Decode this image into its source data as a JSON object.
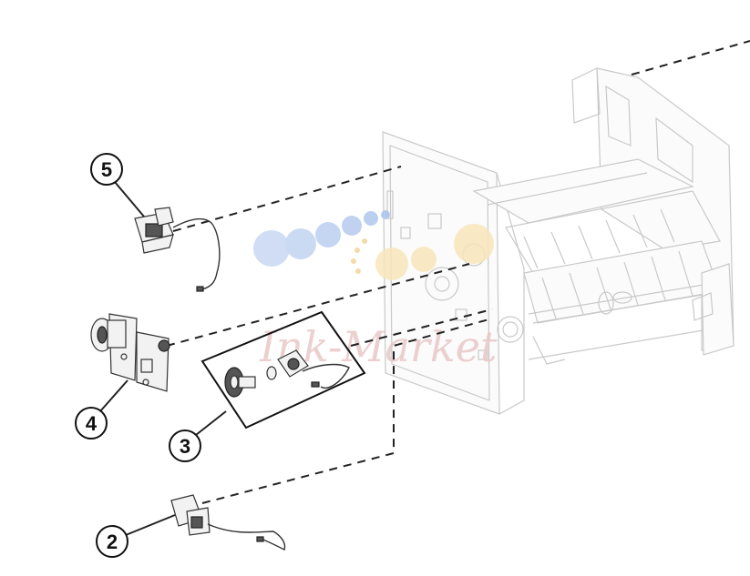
{
  "callouts": [
    {
      "label": "5"
    },
    {
      "label": "4"
    },
    {
      "label": "3"
    },
    {
      "label": "2"
    }
  ],
  "watermark": {
    "text": "Ink-Market"
  },
  "colors": {
    "line": "#222222",
    "frame": "#c9c9c9",
    "watermark_blue": "#b9cff0",
    "watermark_yellow": "#f6e2b0",
    "watermark_text": "#e8c6c6"
  }
}
